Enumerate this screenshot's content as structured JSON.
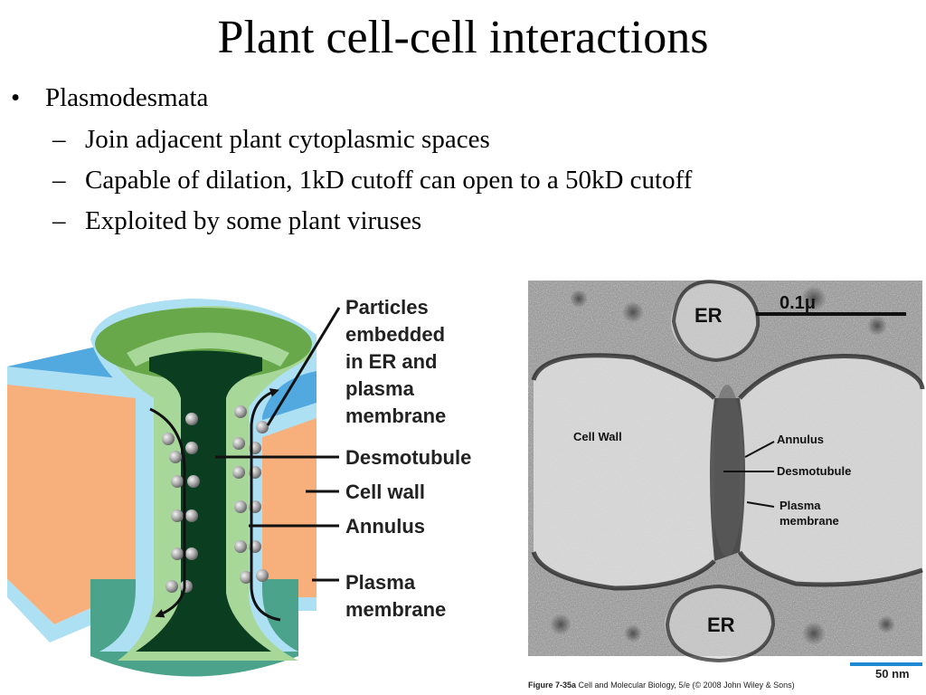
{
  "slide": {
    "title": "Plant cell-cell interactions",
    "bullet": {
      "marker": "•",
      "text": "Plasmodesmata",
      "sub_marker": "–",
      "sub": [
        "Join adjacent plant cytoplasmic spaces",
        "Capable of dilation, 1kD cutoff can open to a 50kD cutoff",
        "Exploited by some plant viruses"
      ]
    }
  },
  "diagram": {
    "labels": {
      "particles": [
        "Particles",
        "embedded",
        "in ER and",
        "plasma",
        "membrane"
      ],
      "desmotubule": "Desmotubule",
      "cell_wall": "Cell wall",
      "annulus": "Annulus",
      "plasma_membrane": [
        "Plasma",
        "membrane"
      ]
    },
    "colors": {
      "cell_wall": "#f7b07c",
      "top_face": "#52a9e0",
      "membrane": "#aee0f4",
      "annulus": "#a8d79a",
      "desmotubule": "#0b3d20",
      "er_cap": "#68a84a",
      "bottom": "#4aa38a"
    }
  },
  "micrograph": {
    "labels": {
      "er_top": "ER",
      "er_bottom": "ER",
      "scale_top": "0.1μ",
      "cell_wall": "Cell Wall",
      "annulus": "Annulus",
      "desmotubule": "Desmotubule",
      "plasma_membrane": [
        "Plasma",
        "membrane"
      ]
    },
    "caption_fig": "Figure 7-35a",
    "caption_text": "Cell and Molecular Biology, 5/e (© 2008 John Wiley & Sons)",
    "scale_bar": "50 nm"
  }
}
